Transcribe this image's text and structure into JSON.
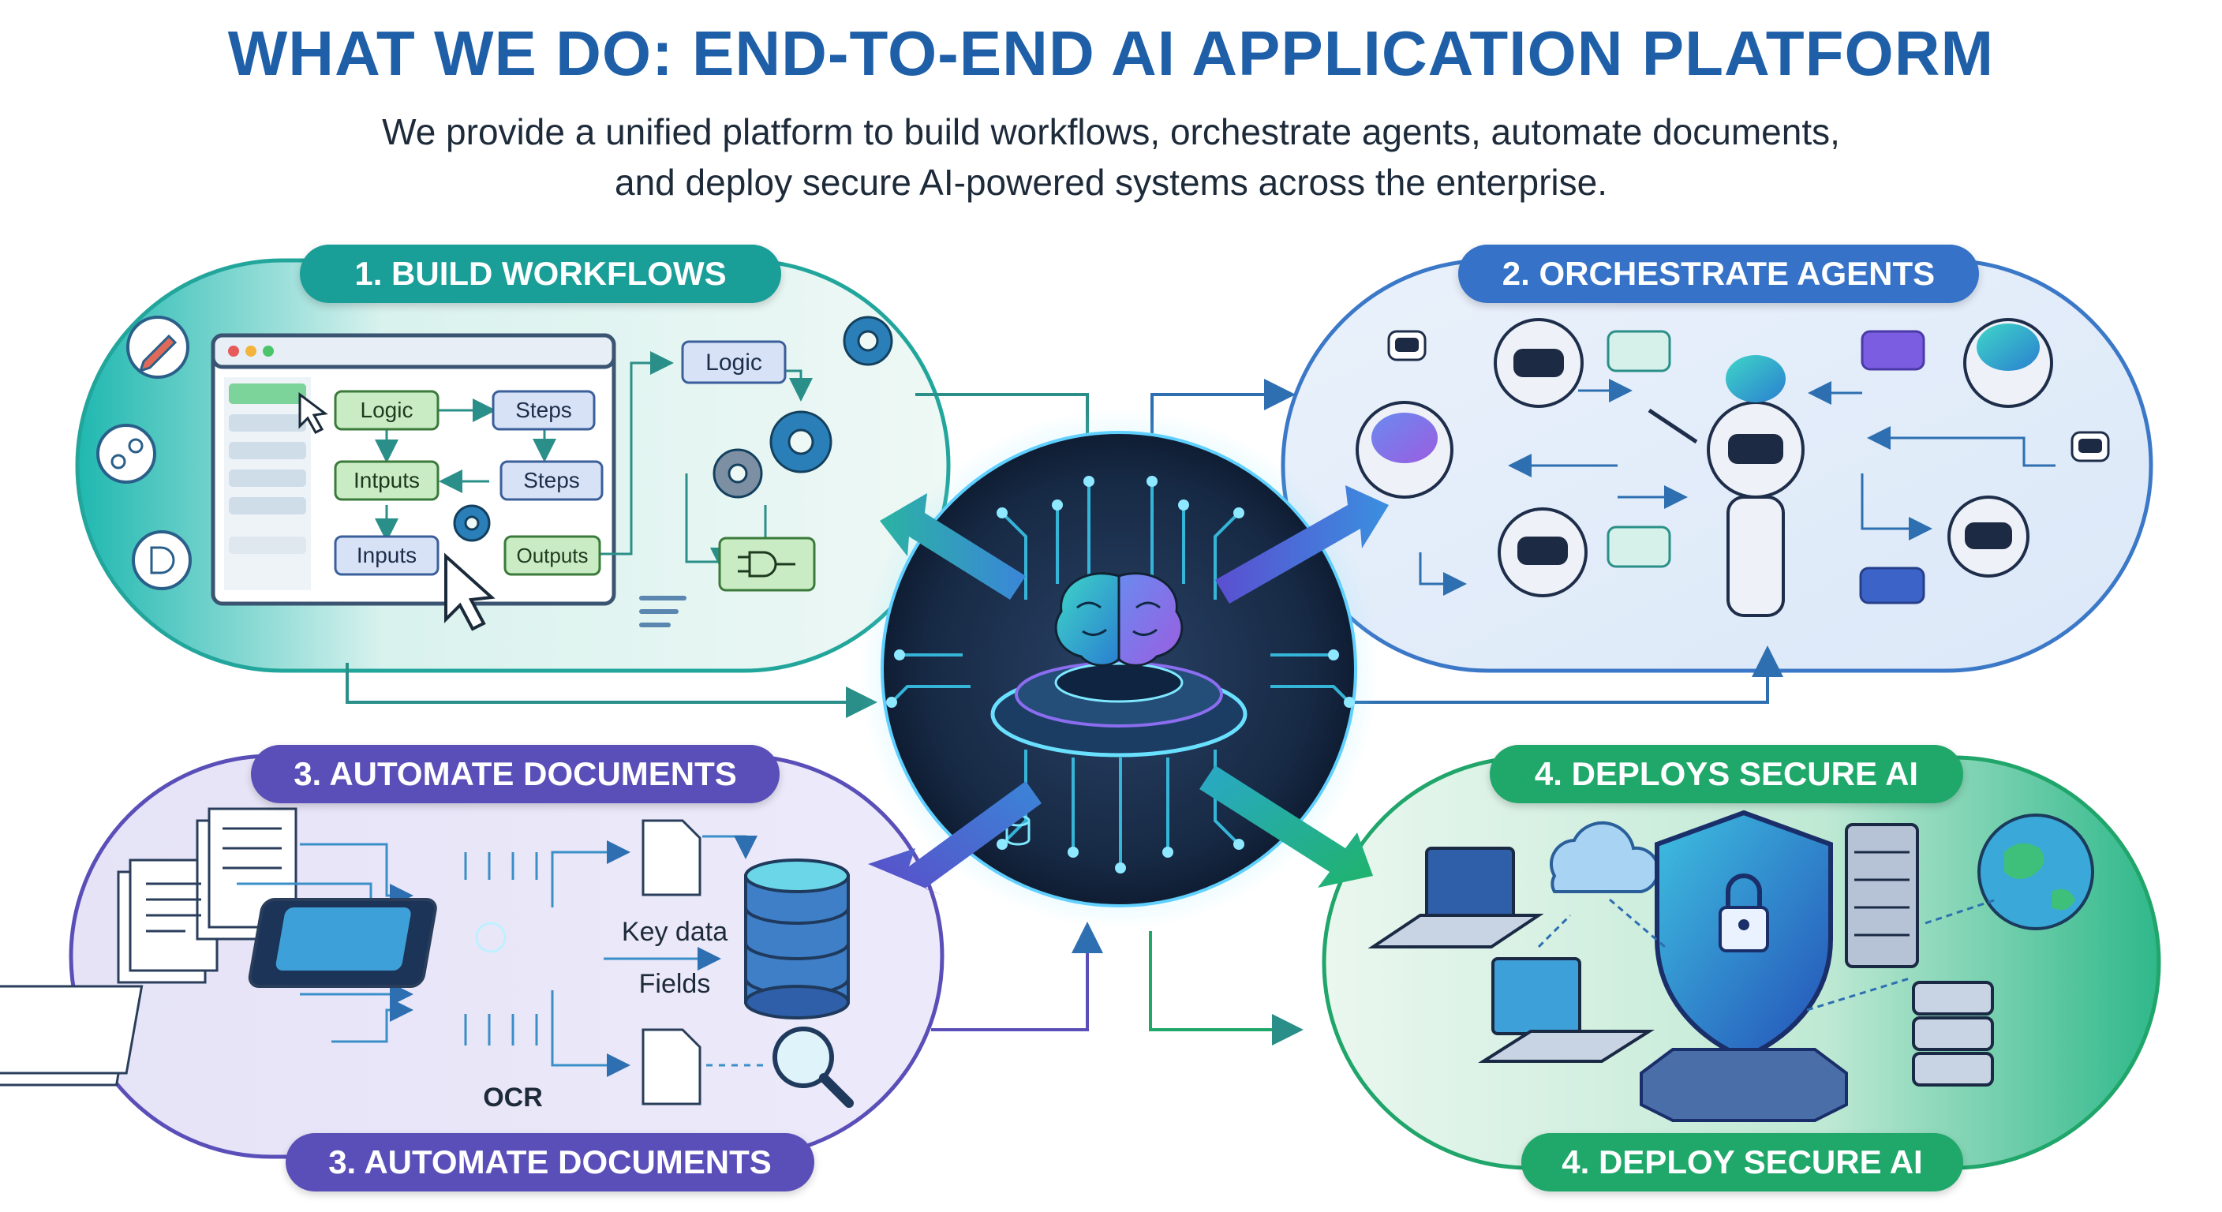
{
  "header": {
    "title": "WHAT WE DO: END-TO-END AI APPLICATION PLATFORM",
    "subtitle_line1": "We provide a unified platform to build workflows, orchestrate agents, automate documents,",
    "subtitle_line2": "and deploy secure AI-powered systems  across the enterprise."
  },
  "sections": {
    "build": {
      "title": "1. BUILD WORKFLOWS",
      "nodes": {
        "logic_top": "Logic",
        "logic": "Logic",
        "steps1": "Steps",
        "intputs": "Intputs",
        "steps2": "Steps",
        "inputs": "Inputs",
        "outputs": "Outputs"
      }
    },
    "orchestrate": {
      "title": "2. ORCHESTRATE AGENTS"
    },
    "documents": {
      "title_top": "3. AUTOMATE DOCUMENTS",
      "title_bottom": "3. AUTOMATE DOCUMENTS",
      "key_data": "Key data",
      "fields": "Fields",
      "ocr": "OCR"
    },
    "deploy": {
      "title_top": "4. DEPLOYS SECURE AI",
      "title_bottom": "4. DEPLOY SECURE AI"
    }
  },
  "colors": {
    "title": "#1e5fa8",
    "build": "#1a9e98",
    "orchestrate": "#3572c8",
    "documents": "#5a4fb8",
    "deploy": "#1fa86a",
    "hub": "#16243a"
  },
  "icons": [
    "pencil-icon",
    "connector-icon",
    "logic-gate-icon",
    "gear-icon",
    "robot-icon",
    "brain-icon",
    "chat-bubble-icon",
    "document-icon",
    "chip-icon",
    "database-icon",
    "magnifier-icon",
    "cloud-icon",
    "shield-lock-icon",
    "server-icon",
    "laptop-icon",
    "globe-icon"
  ]
}
